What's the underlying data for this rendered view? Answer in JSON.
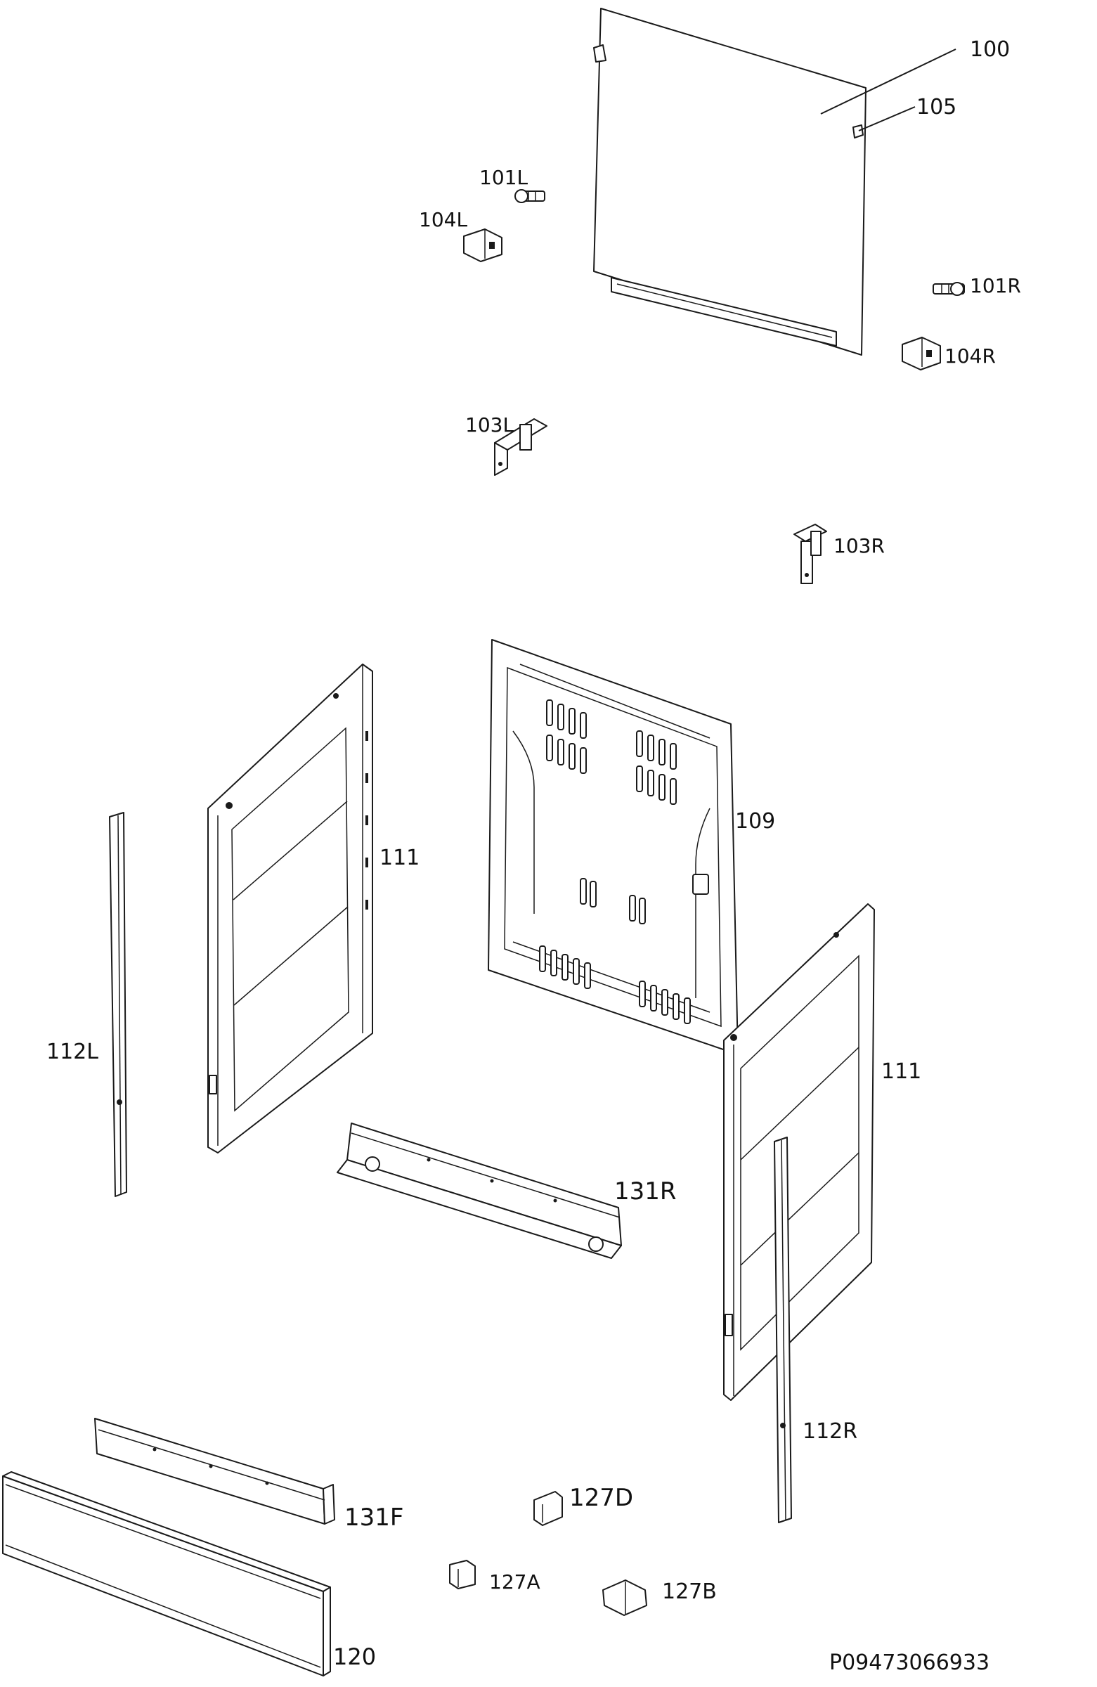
{
  "document_id": "P09473066933",
  "labels": {
    "p100": "100",
    "p105": "105",
    "p101L": "101L",
    "p104L": "104L",
    "p101R": "101R",
    "p104R": "104R",
    "p103L": "103L",
    "p103R": "103R",
    "p109": "109",
    "p111a": "111",
    "p111b": "111",
    "p112L": "112L",
    "p112R": "112R",
    "p131R": "131R",
    "p131F": "131F",
    "p127D": "127D",
    "p127A": "127A",
    "p127B": "127B",
    "p120": "120"
  },
  "colors": {
    "line": "#1a1a1a",
    "background": "#ffffff"
  }
}
